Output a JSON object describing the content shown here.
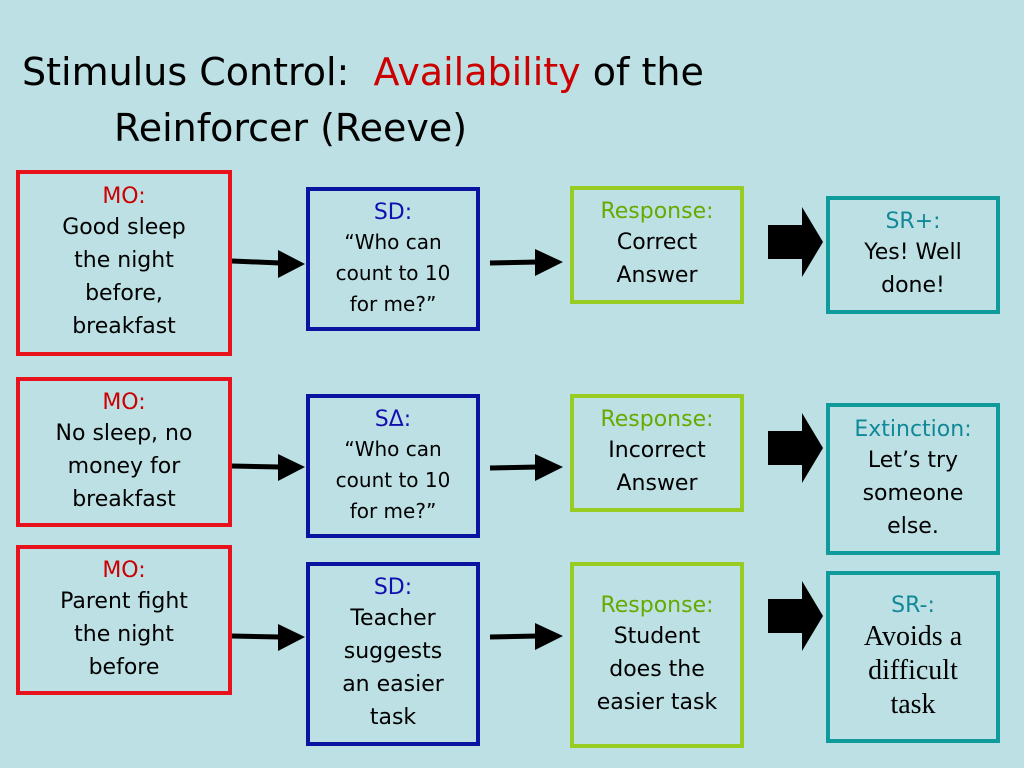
{
  "title": {
    "part1": "Stimulus Control:",
    "highlight": "Availability",
    "part2": "of the",
    "line2": "Reinforcer (Reeve)"
  },
  "colors": {
    "background": "#bde0e4",
    "mo_border": "#e8121c",
    "sd_border": "#0a14a0",
    "response_border": "#99cc22",
    "consequence_border": "#0f9a9c",
    "highlight_text": "#cc0000"
  },
  "rows": [
    {
      "mo": {
        "head": "MO:",
        "body": [
          "Good sleep",
          "the night",
          "before,",
          "breakfast"
        ]
      },
      "sd": {
        "head": "SD:",
        "body": [
          "“Who can",
          "count to 10",
          "for me?”"
        ]
      },
      "response": {
        "head": "Response:",
        "body": [
          "Correct",
          "Answer"
        ]
      },
      "consequence": {
        "head": "SR+:",
        "body": [
          "Yes! Well",
          "done!"
        ]
      }
    },
    {
      "mo": {
        "head": "MO:",
        "body": [
          "No sleep, no",
          "money for",
          "breakfast"
        ]
      },
      "sd": {
        "head": "SΔ:",
        "body": [
          "“Who can",
          "count to 10",
          "for me?”"
        ]
      },
      "response": {
        "head": "Response:",
        "body": [
          "Incorrect",
          "Answer"
        ]
      },
      "consequence": {
        "head": "Extinction:",
        "body": [
          "Let’s try",
          "someone",
          "else."
        ]
      }
    },
    {
      "mo": {
        "head": "MO:",
        "body": [
          "Parent fight",
          "the night",
          "before"
        ]
      },
      "sd": {
        "head": "SD:",
        "body": [
          "Teacher",
          "suggests",
          "an easier",
          "task"
        ]
      },
      "response": {
        "head": "Response:",
        "body": [
          "Student",
          "does the",
          "easier task"
        ]
      },
      "consequence": {
        "head": "SR-:",
        "body": [
          "Avoids a",
          "difficult",
          "task"
        ]
      }
    }
  ]
}
